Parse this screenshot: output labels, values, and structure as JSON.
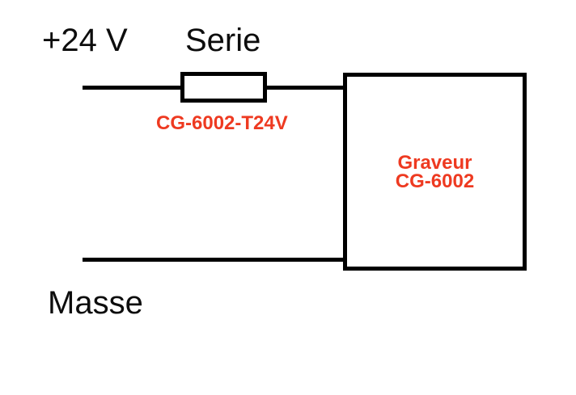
{
  "diagram": {
    "labels": {
      "supply": "+24 V",
      "series": "Serie",
      "ground": "Masse",
      "resistor_part": "CG-6002-T24V",
      "device_line1": "Graveur",
      "device_line2": "CG-6002"
    },
    "colors": {
      "background": "#FFFFFF",
      "wire": "#000000",
      "accent_red": "#EE3A21"
    }
  }
}
